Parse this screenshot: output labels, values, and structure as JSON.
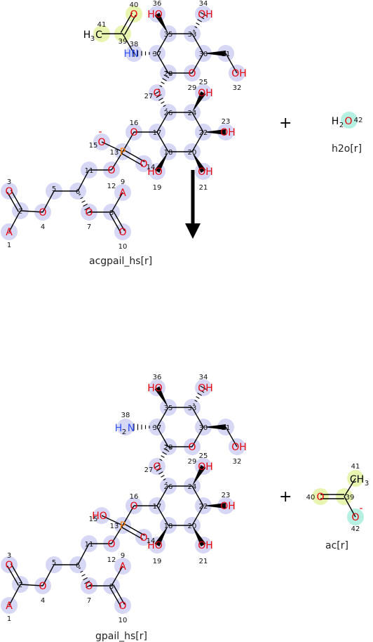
{
  "reactants": [
    {
      "id": "acgpail_hs",
      "label": "acgpail_hs[r]"
    },
    {
      "id": "h2o",
      "label": "h2o[r]"
    }
  ],
  "products": [
    {
      "id": "gpail_hs",
      "label": "gpail_hs[r]"
    },
    {
      "id": "ac",
      "label": "ac[r]"
    }
  ],
  "operators": {
    "plus": "+"
  },
  "highlight_colors": {
    "default": "#d6d6f5",
    "acetyl": "#e8f5b0",
    "water": "#b5f0e2"
  },
  "atom_colors": {
    "oxygen": "#e8000b",
    "nitrogen": "#3050f8",
    "phosphorus": "#ff8000",
    "carbon": "#000000"
  },
  "symbols": {
    "O": "O",
    "OH": "OH",
    "HO": "HO",
    "A": "A",
    "P": "P",
    "N": "N",
    "HN": "HN",
    "H2N_H": "H",
    "H2N_2": "2",
    "H2N_N": "N",
    "H3C_H": "H",
    "H3C_3": "3",
    "H3C_C": "C",
    "CH3_C": "CH",
    "CH3_3": "3",
    "H2O_H": "H",
    "H2O_2": "2",
    "H2O_O": "O",
    "minus": "-"
  },
  "atom_numbers": {
    "n1": "1",
    "n2": "2",
    "n3": "3",
    "n4": "4",
    "n5": "5",
    "n6": "6",
    "n7": "7",
    "n8": "8",
    "n9": "9",
    "n10": "10",
    "n11": "11",
    "n12": "12",
    "n13": "13",
    "n14": "14",
    "n15": "15",
    "n16": "16",
    "n17": "17",
    "n18": "18",
    "n19": "19",
    "n20": "20",
    "n21": "21",
    "n22": "22",
    "n23": "23",
    "n24": "24",
    "n25": "25",
    "n26": "26",
    "n27": "27",
    "n28": "28",
    "n29": "29",
    "n30": "30",
    "n31": "31",
    "n32": "32",
    "n33": "33",
    "n34": "34",
    "n35": "35",
    "n36": "36",
    "n37": "37",
    "n38": "38",
    "n39": "39",
    "n40": "40",
    "n41": "41",
    "n42": "42"
  }
}
